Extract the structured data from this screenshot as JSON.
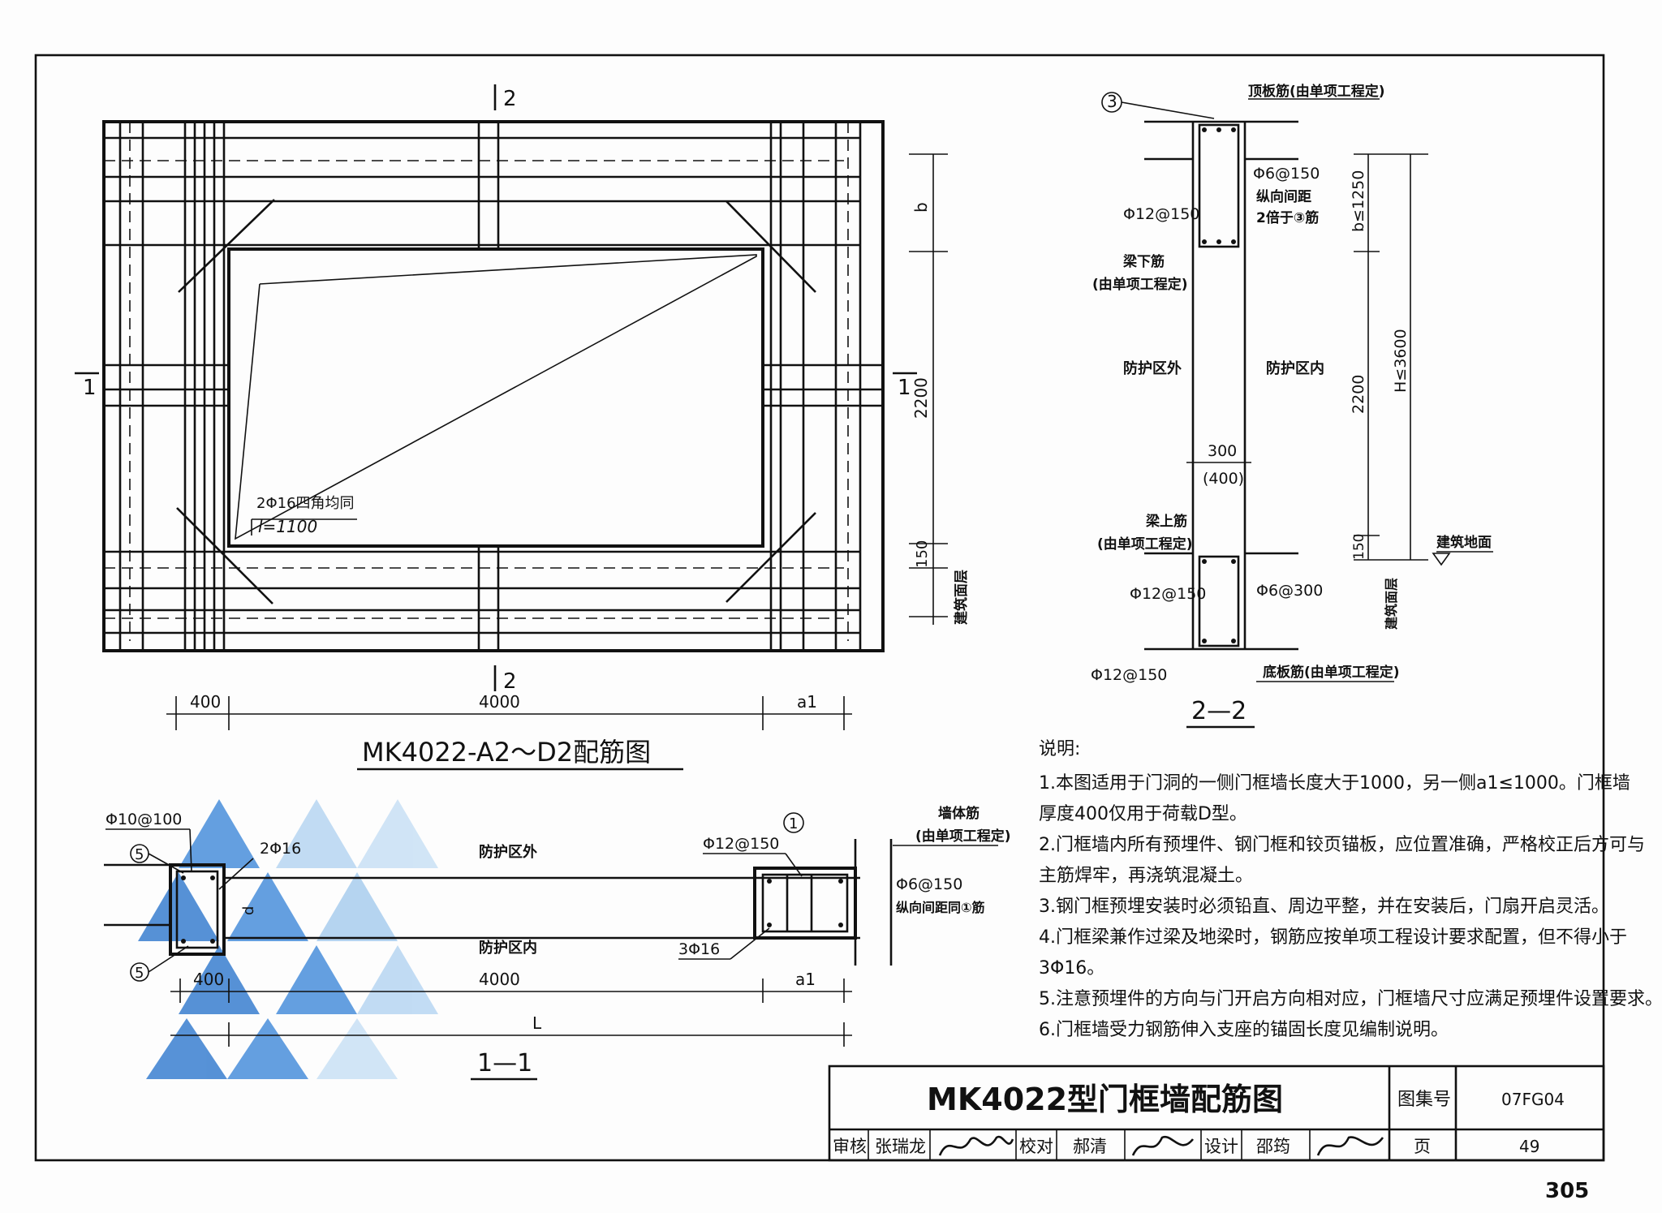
{
  "plan": {
    "title": "MK4022-A2～D2配筋图",
    "section_1_mark": "1",
    "section_2_mark": "2",
    "dim_left": "400",
    "dim_middle": "4000",
    "dim_right": "a1",
    "dim_b": "b",
    "dim_2200": "2200",
    "dim_150": "150",
    "floor_label": "建筑面层",
    "bar_note_1": "2Φ16四角均同",
    "bar_note_2": "l=1100"
  },
  "section_22": {
    "title": "2—2",
    "circle_3": "3",
    "top_slab_bar": "顶板筋(由单项工程定)",
    "stirrup_top": "Φ6@150",
    "spacing_note_1": "纵向间距",
    "spacing_note_2": "2倍于③筋",
    "bar_top_left": "Φ12@150",
    "beam_bottom_bar_1": "梁下筋",
    "beam_bottom_bar_2": "(由单项工程定)",
    "outside": "防护区外",
    "inside": "防护区内",
    "dim_b": "b≤1250",
    "dim_h": "H≤3600",
    "dim_2200": "2200",
    "dim_150": "150",
    "thickness_1": "300",
    "thickness_2": "(400)",
    "beam_top_bar_1": "梁上筋",
    "beam_top_bar_2": "(由单项工程定)",
    "bar_mid_left": "Φ12@150",
    "stirrup_bottom": "Φ6@300",
    "bar_bottom_left": "Φ12@150",
    "bottom_slab_bar": "底板筋(由单项工程定)",
    "ground_label": "建筑地面",
    "floor_label": "建筑面层"
  },
  "section_11": {
    "title": "1—1",
    "bar_left": "Φ10@100",
    "circle_5a": "5",
    "circle_5b": "5",
    "bar_2phi16": "2Φ16",
    "dim_d": "d",
    "outside": "防护区外",
    "inside": "防护区内",
    "bar_right": "Φ12@150",
    "circle_1": "1",
    "wall_bar_1": "墙体筋",
    "wall_bar_2": "(由单项工程定)",
    "stirrup": "Φ6@150",
    "spacing_note": "纵向间距同①筋",
    "bar_3phi16": "3Φ16",
    "dim_400": "400",
    "dim_4000": "4000",
    "dim_a1": "a1",
    "dim_L": "L"
  },
  "notes": {
    "heading": "说明:",
    "lines": [
      "1.本图适用于门洞的一侧门框墙长度大于1000，另一侧a1≤1000。门框墙",
      "厚度400仅用于荷载D型。",
      "2.门框墙内所有预埋件、钢门框和铰页锚板，应位置准确，严格校正后方可与",
      "主筋焊牢，再浇筑混凝土。",
      "3.钢门框预埋安装时必须铅直、周边平整，并在安装后，门扇开启灵活。",
      "4.门框梁兼作过梁及地梁时，钢筋应按单项工程设计要求配置，但不得小于",
      "3Φ16。",
      "5.注意预埋件的方向与门开启方向相对应，门框墙尺寸应满足预埋件设置要求。",
      "6.门框墙受力钢筋伸入支座的锚固长度见编制说明。"
    ]
  },
  "title_block": {
    "drawing_title": "MK4022型门框墙配筋图",
    "atlas_label": "图集号",
    "atlas_number": "07FG04",
    "review_label": "审核",
    "reviewer": "张瑞龙",
    "check_label": "校对",
    "checker": "郝清",
    "design_label": "设计",
    "designer": "邵筠",
    "page_label": "页",
    "page_number": "49"
  },
  "sheet_number": "305",
  "colors": {
    "line": "#111111",
    "watermark_dark": "#3a7fd0",
    "watermark_light": "#a9cdee"
  }
}
